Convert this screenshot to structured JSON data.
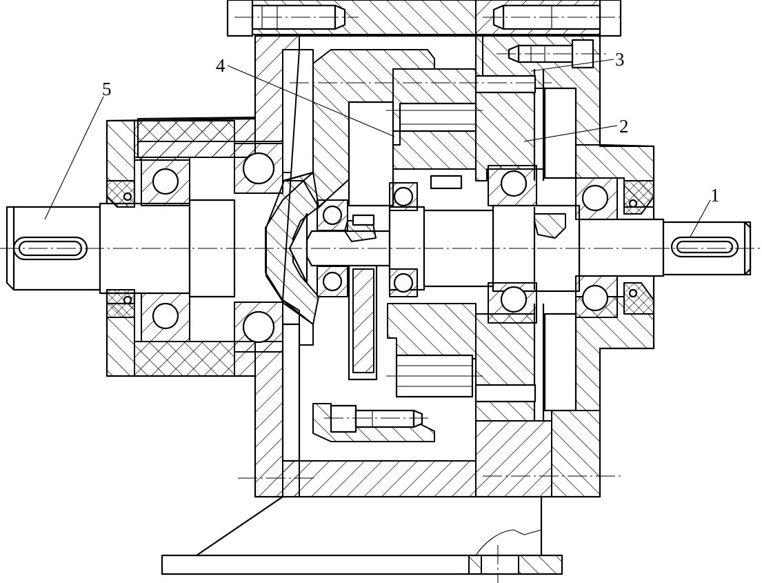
{
  "labels": {
    "part1": "1",
    "part2": "2",
    "part3": "3",
    "part4": "4",
    "part5": "5"
  },
  "colors": {
    "line": "#000000",
    "background": "#ffffff"
  }
}
